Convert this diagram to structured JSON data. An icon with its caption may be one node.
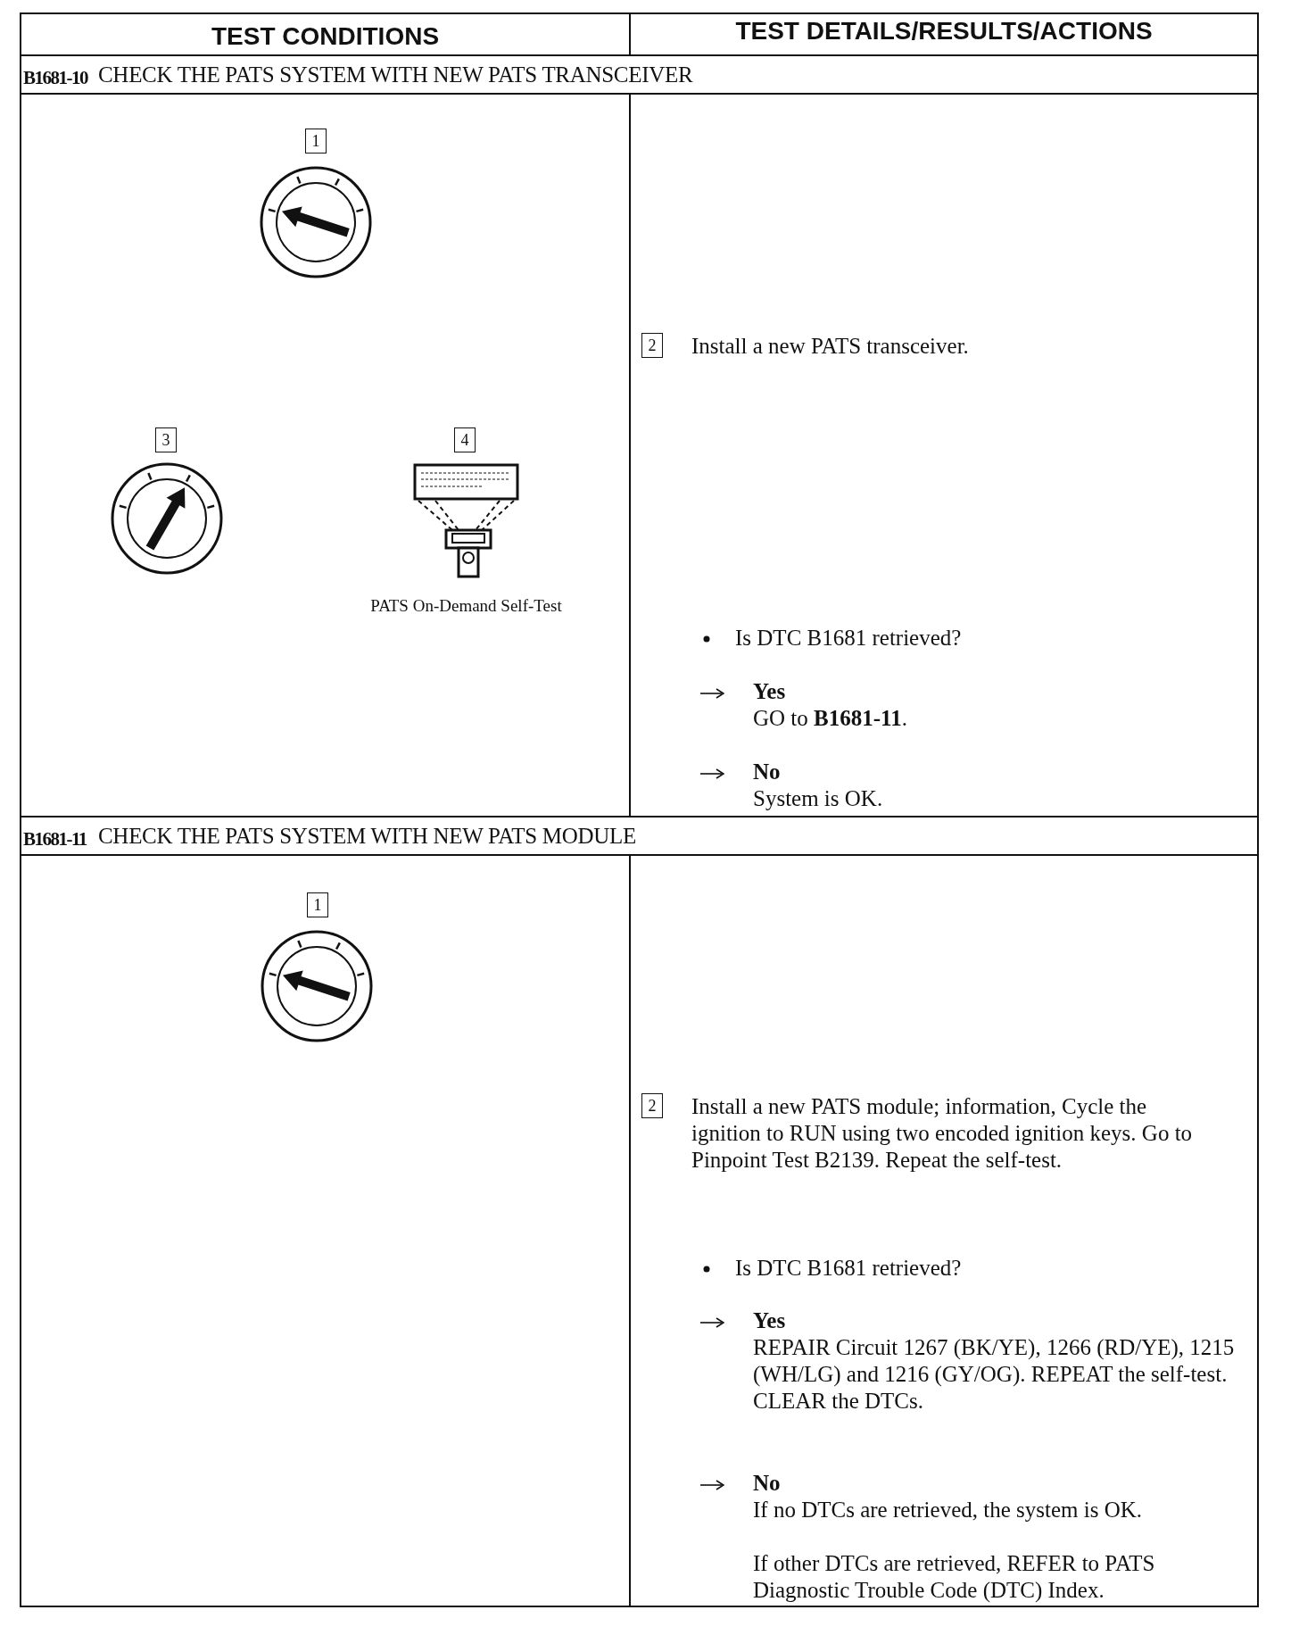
{
  "diagram": {
    "labels": [
      "TEST CONDITIONS",
      "TEST DETAILS/RESULTS/ACTIONS",
      "B1681-10",
      "CHECK THE PATS SYSTEM WITH NEW PATS TRANSCEIVER",
      "1",
      "2",
      "Install a new PATS transceiver.",
      "3",
      "4",
      "PATS On-Demand Self-Test",
      "Is DTC B1681 retrieved?",
      "Yes",
      "GO to **B1681-11**.",
      "No",
      "System is OK.",
      "B1681-11",
      "CHECK THE PATS SYSTEM WITH NEW PATS MODULE",
      "1",
      "2",
      "Install a new PATS module; information, Cycle the ignition to RUN using two encoded ignition keys. Go to Pinpoint Test B2139. Repeat the self-test.",
      "Is DTC B1681 retrieved?",
      "Yes",
      "REPAIR Circuit 1267 (BK/YE), 1266 (RD/YE), 1215 (WH/LG) and 1216 (GY/OG). REPEAT the self-test. CLEAR the DTCs.",
      "No",
      "If no DTCs are retrieved, the system is OK.",
      "If other DTCs are retrieved, REFER to PATS Diagnostic Trouble Code (DTC) Index."
    ]
  }
}
